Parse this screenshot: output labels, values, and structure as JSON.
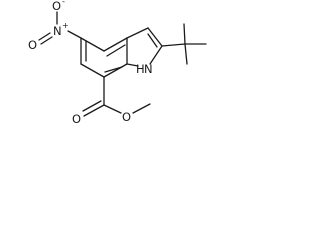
{
  "molecule": {
    "atom_labels": {
      "nitro_o_top": "O",
      "nitro_o_charge": "-",
      "nitro_n": "N",
      "nitro_n_charge": "+",
      "nitro_o_bottom": "O",
      "indole_nh": "H",
      "indole_n": "N",
      "ester_o_carbonyl": "O",
      "ester_o_ether": "O"
    },
    "colors": {
      "bond": "#1a1a1a",
      "label": "#1a1a1a",
      "background": "#ffffff"
    }
  }
}
